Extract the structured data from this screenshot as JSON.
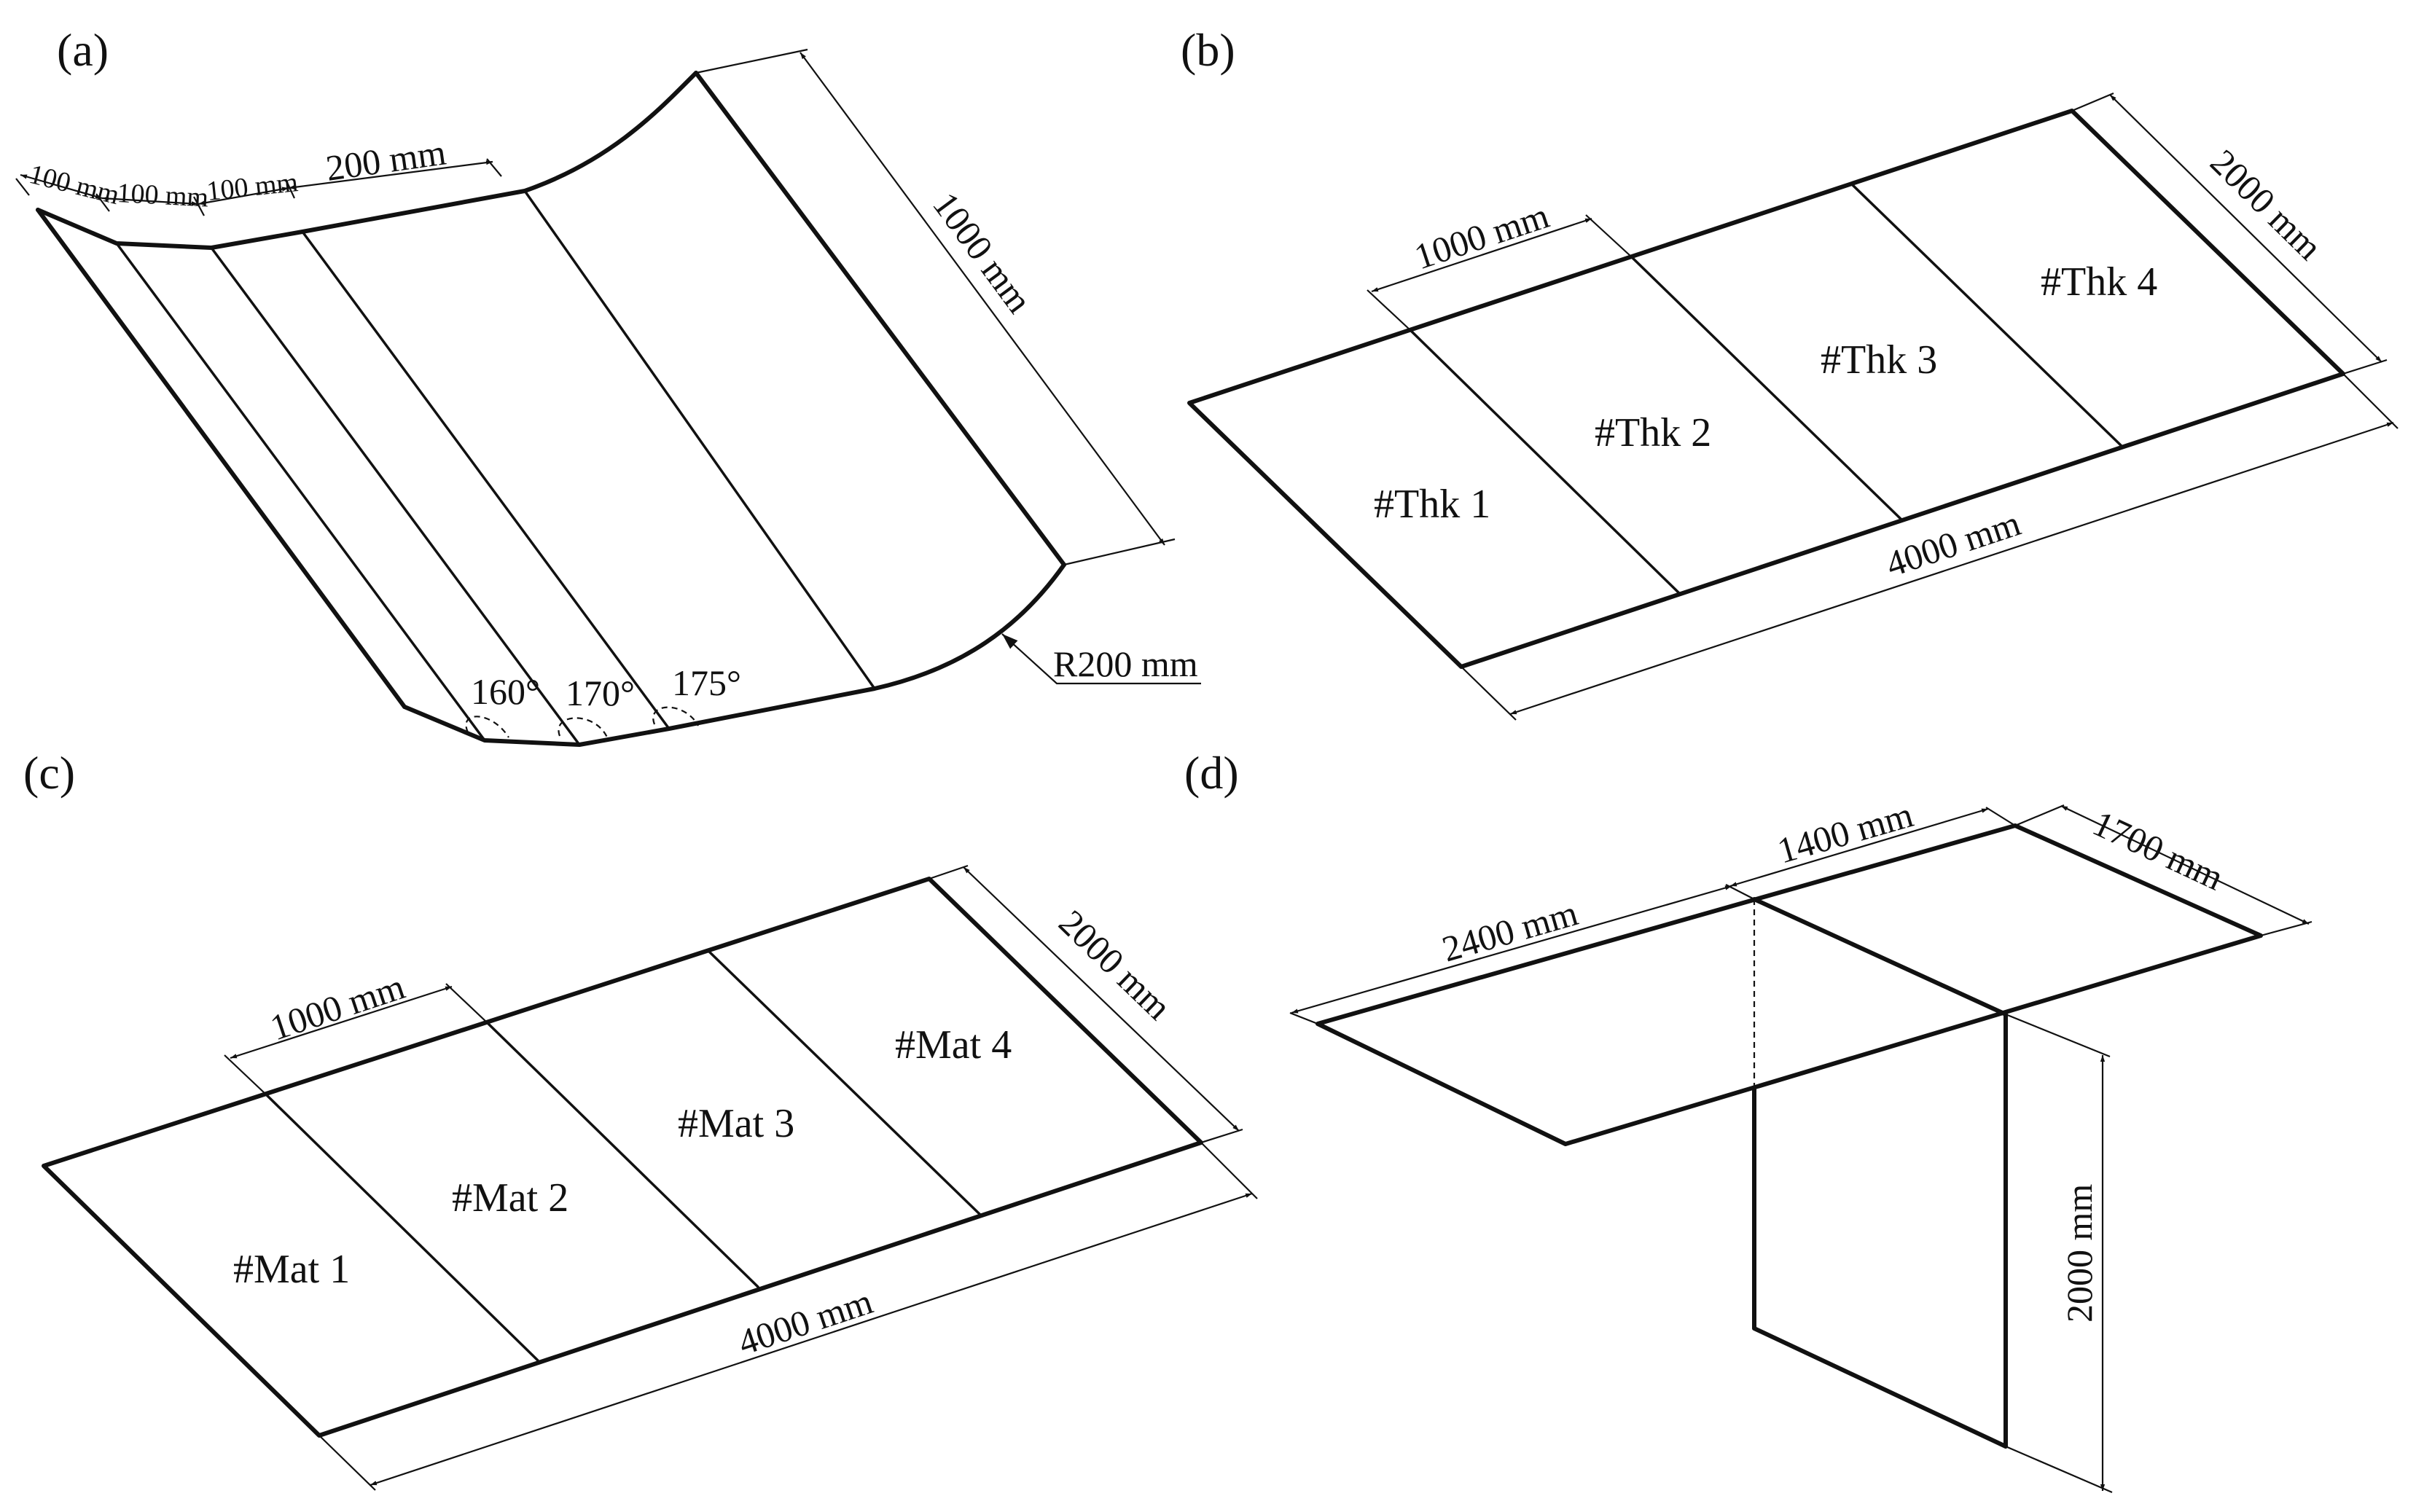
{
  "figure": {
    "panel_a": {
      "label": "(a)",
      "dims": {
        "seg1": "100 mm",
        "seg2": "100 mm",
        "seg3": "100 mm",
        "seg4": "200 mm",
        "length": "1000 mm",
        "radius": "R200 mm"
      },
      "angles": [
        "160°",
        "170°",
        "175°"
      ]
    },
    "panel_b": {
      "label": "(b)",
      "regions": [
        "#Thk 1",
        "#Thk 2",
        "#Thk 3",
        "#Thk 4"
      ],
      "dims": {
        "segment": "1000 mm",
        "width": "2000 mm",
        "length": "4000 mm"
      }
    },
    "panel_c": {
      "label": "(c)",
      "regions": [
        "#Mat 1",
        "#Mat 2",
        "#Mat 3",
        "#Mat 4"
      ],
      "dims": {
        "segment": "1000 mm",
        "width": "2000 mm",
        "length": "4000 mm"
      }
    },
    "panel_d": {
      "label": "(d)",
      "dims": {
        "left": "2400 mm",
        "middle": "1400 mm",
        "right": "1700 mm",
        "height": "2000 mm"
      }
    }
  },
  "colors": {
    "ink": "#111111",
    "background": "#ffffff"
  }
}
